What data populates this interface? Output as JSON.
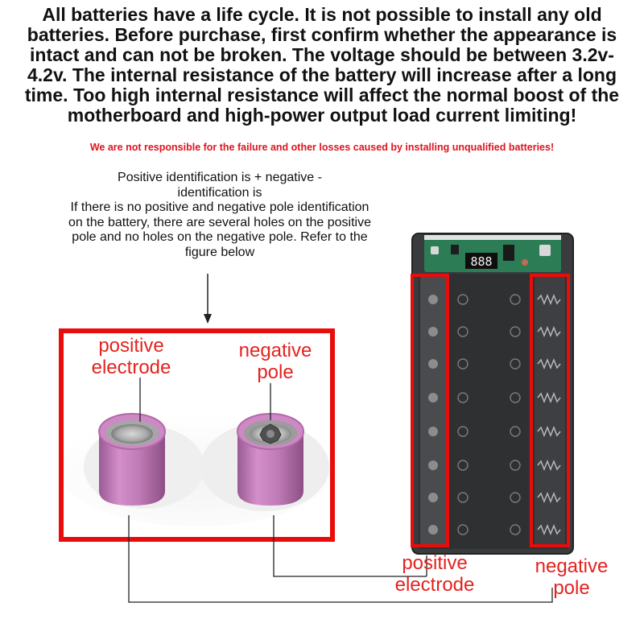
{
  "headline": "All batteries have a life cycle. It is not possible to install any old batteries. Before purchase, first confirm whether the appearance is intact and can not be broken. The voltage should be between 3.2v-4.2v. The internal resistance of the battery will increase after a long time. Too high internal resistance will affect the normal boost of the motherboard and high-power output load current limiting!",
  "disclaimer": "We are not responsible for the failure and other losses caused by installing unqualified batteries!",
  "identification": {
    "line1": "Positive identification is + negative -",
    "line2": "identification is",
    "line3": "If there is no positive and negative pole identification on the battery, there are several holes on the positive pole and no holes on the negative pole. Refer to the figure below"
  },
  "photo_labels": {
    "positive": [
      "positive",
      "electrode"
    ],
    "negative": [
      "negative",
      "pole"
    ]
  },
  "device_labels": {
    "positive": [
      "positive",
      "electrode"
    ],
    "negative": [
      "negative",
      "pole"
    ]
  },
  "device": {
    "display_digits": "888"
  },
  "colors": {
    "highlight_red": "#e3231f",
    "battery_pink": "#c07cb6",
    "case_dark": "#3a3b3d",
    "pcb_green": "#2c7d55"
  }
}
